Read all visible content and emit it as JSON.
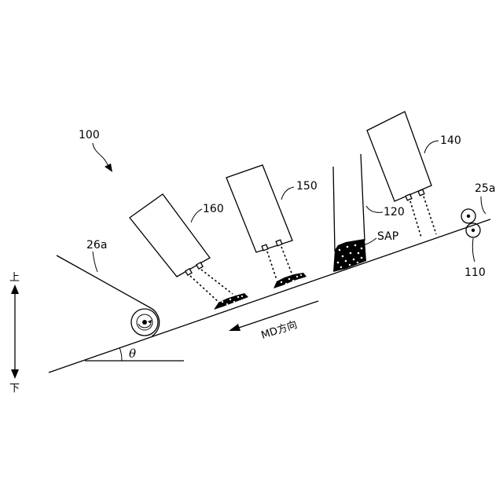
{
  "labels": {
    "device": "100",
    "unit_140": "140",
    "unit_150": "150",
    "unit_160": "160",
    "hopper_120": "120",
    "material": "SAP",
    "belt_roll": "26a",
    "sheet": "25a",
    "nip_roll": "110",
    "direction": "MD方向",
    "angle": "θ",
    "up": "上",
    "down": "下"
  }
}
